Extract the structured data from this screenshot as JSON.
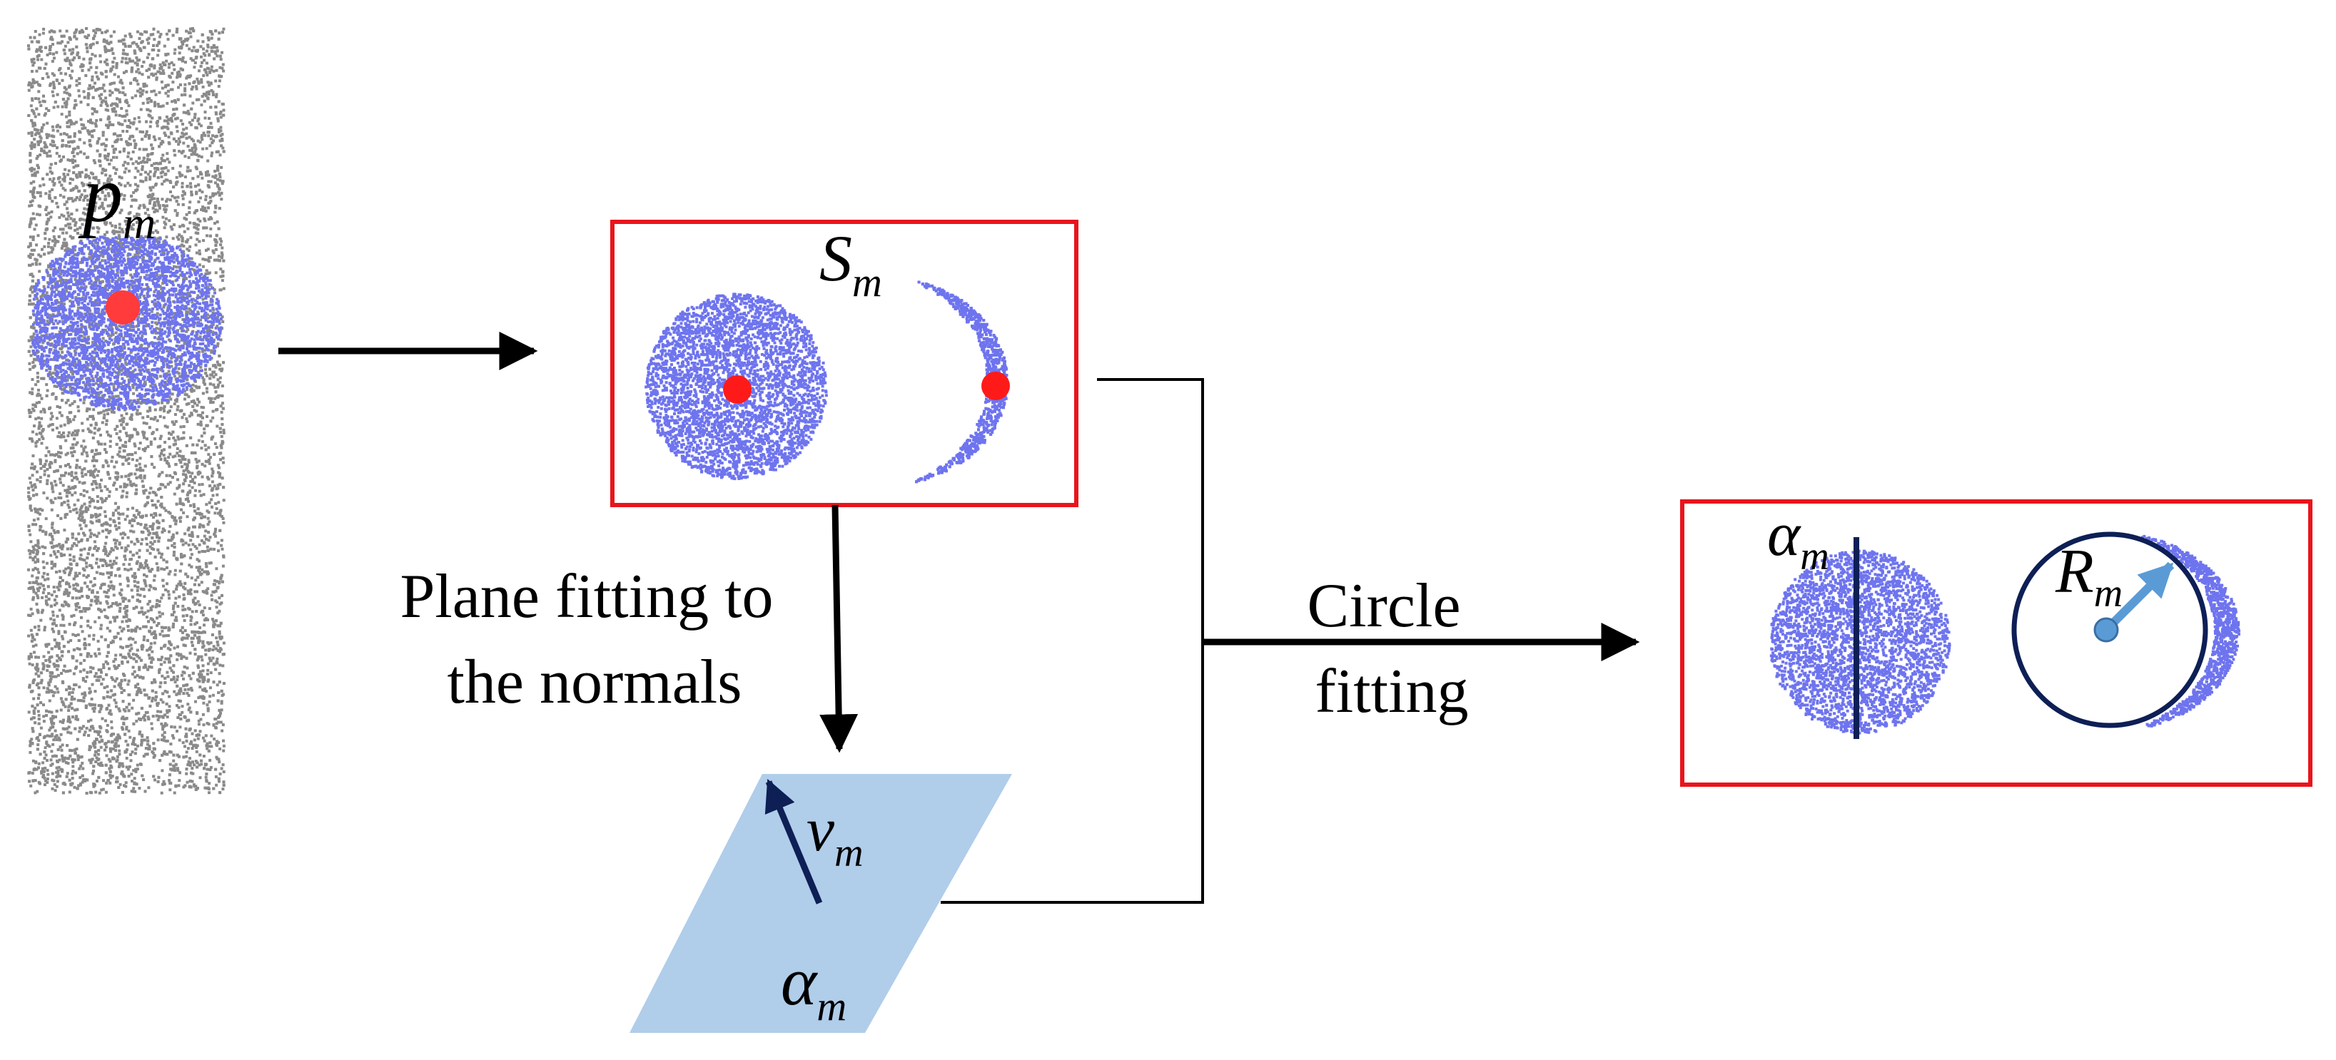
{
  "colors": {
    "frame": "#e8141c",
    "point_blue": "#6e74ee",
    "point_gray": "#8a8a8a",
    "red_point": "#ff2a2a",
    "plane_fill": "#b0cdea",
    "navy": "#0d1f55",
    "radius_arrow": "#5b9bd5",
    "connector": "#000000"
  },
  "labels": {
    "p": {
      "main": "p",
      "sub": "m"
    },
    "s": {
      "main": "S",
      "sub": "m"
    },
    "v": {
      "main": "v",
      "sub": "m"
    },
    "alpha_plane": {
      "main": "α",
      "sub": "m"
    },
    "alpha_result": {
      "main": "α",
      "sub": "m"
    },
    "r": {
      "main": "R",
      "sub": "m"
    }
  },
  "steps": {
    "plane_fitting": [
      "Plane fitting to",
      "the normals"
    ],
    "circle_fitting": [
      "Circle",
      "fitting"
    ]
  },
  "icons": {
    "seed_point": "red-dot",
    "normal_vector": "arrow-icon",
    "radius_vector": "arrow-icon"
  }
}
